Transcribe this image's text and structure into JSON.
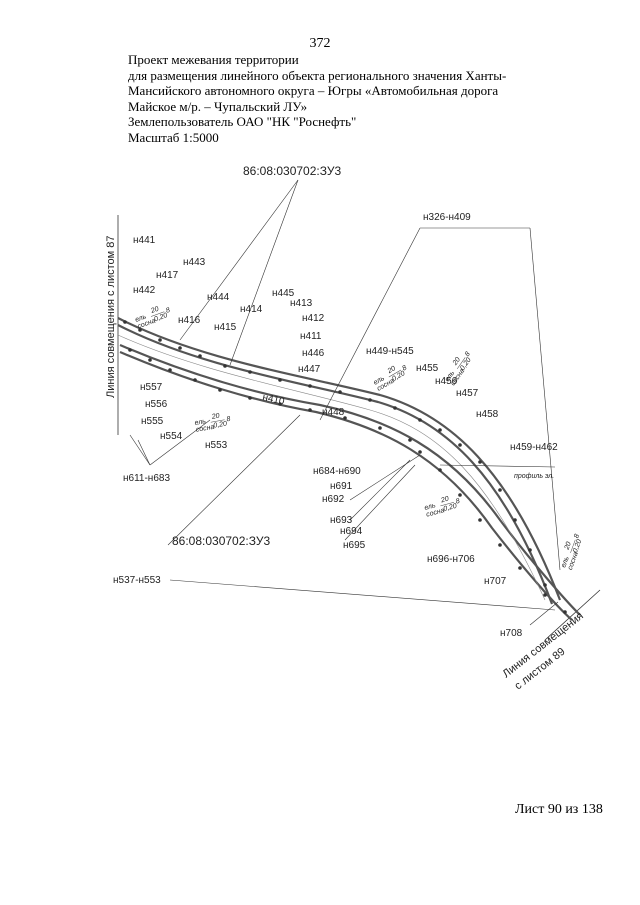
{
  "page_number": "372",
  "header": {
    "line1": "Проект межевания территории",
    "line2": "для размещения линейного объекта регионального значения Ханты-",
    "line3": "Мансийского автономного округа – Югры  «Автомобильная дорога",
    "line4": "Майское м/р. – Чупальский ЛУ»",
    "line5": "Землепользователь ОАО \"НК \"Роснефть\"",
    "line6": "Масштаб 1:5000"
  },
  "footer": {
    "sheet": "Лист 90 из 138"
  },
  "map": {
    "parcel_top": "86:08:030702:ЗУ3",
    "parcel_bottom": "86:08:030702:ЗУ3",
    "match_line_left": "Линия совмещения с листом 87",
    "match_line_right_1": "Линия совмещения",
    "match_line_right_2": "с листом 89",
    "profile": "профиль эл.",
    "forest_note": {
      "species": "ель сосна",
      "height": "20",
      "density": "0,20",
      "class": "8"
    },
    "points": [
      {
        "id": "441",
        "label": "н441"
      },
      {
        "id": "443",
        "label": "н443"
      },
      {
        "id": "417",
        "label": "н417"
      },
      {
        "id": "442",
        "label": "н442"
      },
      {
        "id": "416",
        "label": "н416"
      },
      {
        "id": "444",
        "label": "н444"
      },
      {
        "id": "445",
        "label": "н445"
      },
      {
        "id": "413",
        "label": "н413"
      },
      {
        "id": "414",
        "label": "н414"
      },
      {
        "id": "415",
        "label": "н415"
      },
      {
        "id": "412",
        "label": "н412"
      },
      {
        "id": "411",
        "label": "н411"
      },
      {
        "id": "446",
        "label": "н446"
      },
      {
        "id": "447",
        "label": "н447"
      },
      {
        "id": "410",
        "label": "н410"
      },
      {
        "id": "448",
        "label": "н448"
      },
      {
        "id": "449-545",
        "label": "н449-н545"
      },
      {
        "id": "455",
        "label": "н455"
      },
      {
        "id": "456",
        "label": "н456"
      },
      {
        "id": "457",
        "label": "н457"
      },
      {
        "id": "458",
        "label": "н458"
      },
      {
        "id": "459-462",
        "label": "н459-н462"
      },
      {
        "id": "326-409",
        "label": "н326-н409"
      },
      {
        "id": "557",
        "label": "н557"
      },
      {
        "id": "556",
        "label": "н556"
      },
      {
        "id": "555",
        "label": "н555"
      },
      {
        "id": "554",
        "label": "н554"
      },
      {
        "id": "553",
        "label": "н553"
      },
      {
        "id": "611-683",
        "label": "н611-н683"
      },
      {
        "id": "684-690",
        "label": "н684-н690"
      },
      {
        "id": "691",
        "label": "н691"
      },
      {
        "id": "692",
        "label": "н692"
      },
      {
        "id": "693",
        "label": "н693"
      },
      {
        "id": "694",
        "label": "н694"
      },
      {
        "id": "695",
        "label": "н695"
      },
      {
        "id": "696-706",
        "label": "н696-н706"
      },
      {
        "id": "707",
        "label": "н707"
      },
      {
        "id": "708",
        "label": "н708"
      },
      {
        "id": "537-553",
        "label": "н537-н553"
      }
    ]
  }
}
